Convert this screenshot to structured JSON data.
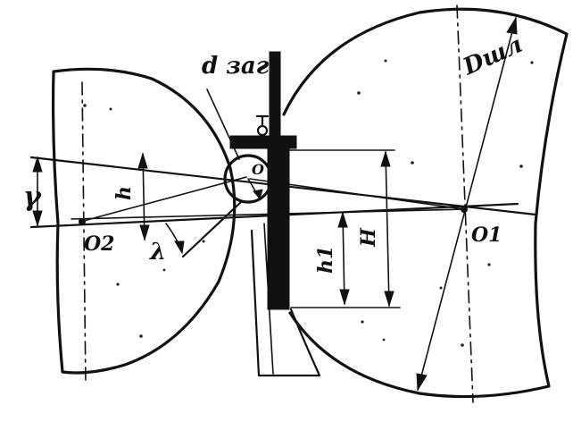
{
  "labels": {
    "d_blank": "d заг",
    "d_grind": "Dшл",
    "o": "O",
    "o1": "O1",
    "o2": "O2",
    "h": "h",
    "h1": "h1",
    "H": "H",
    "gamma": "γ",
    "lambda": "λ"
  },
  "colors": {
    "ink": "#111111",
    "background": "#ffffff"
  }
}
